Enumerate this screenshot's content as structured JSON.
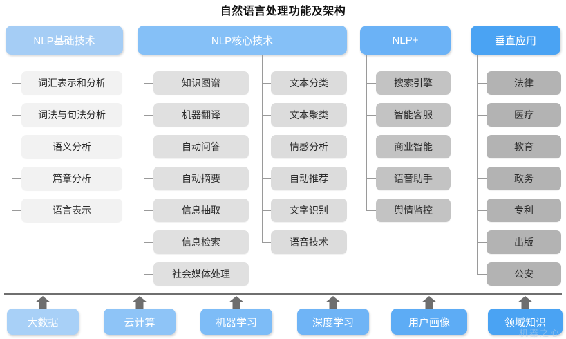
{
  "title": "自然语言处理功能及架构",
  "colors": {
    "header_nlp_basic": "#a5cdf5",
    "header_nlp_core": "#85c0f7",
    "header_nlp_plus": "#6bb2f6",
    "header_vertical": "#4aa3f3",
    "item_col1": "#f2f2f2",
    "item_col2": "#e0e0e0",
    "item_col3": "#dcdcdc",
    "item_col4": "#c3c3c3",
    "item_col5": "#b3b3b3",
    "line": "#9a9a9a",
    "divider": "#6f6f6f",
    "arrow": "#6e6e6e",
    "title_text": "#111111"
  },
  "columns": [
    {
      "id": "nlp-basic",
      "header": "NLP基础技术",
      "items": [
        "词汇表示和分析",
        "词法与句法分析",
        "语义分析",
        "篇章分析",
        "语言表示"
      ]
    },
    {
      "id": "nlp-core-left",
      "header": "NLP核心技术",
      "items": [
        "知识图谱",
        "机器翻译",
        "自动问答",
        "自动摘要",
        "信息抽取",
        "信息检索",
        "社会媒体处理"
      ]
    },
    {
      "id": "nlp-core-right",
      "header": "",
      "items": [
        "文本分类",
        "文本聚类",
        "情感分析",
        "自动推荐",
        "文字识别",
        "语音技术"
      ]
    },
    {
      "id": "nlp-plus",
      "header": "NLP+",
      "items": [
        "搜索引擎",
        "智能客服",
        "商业智能",
        "语音助手",
        "舆情监控"
      ]
    },
    {
      "id": "vertical-apps",
      "header": "垂直应用",
      "items": [
        "法律",
        "医疗",
        "教育",
        "政务",
        "专利",
        "出版",
        "公安"
      ]
    }
  ],
  "foundations": [
    "大数据",
    "云计算",
    "机器学习",
    "深度学习",
    "用户画像",
    "领域知识"
  ],
  "watermark": "机器之心"
}
